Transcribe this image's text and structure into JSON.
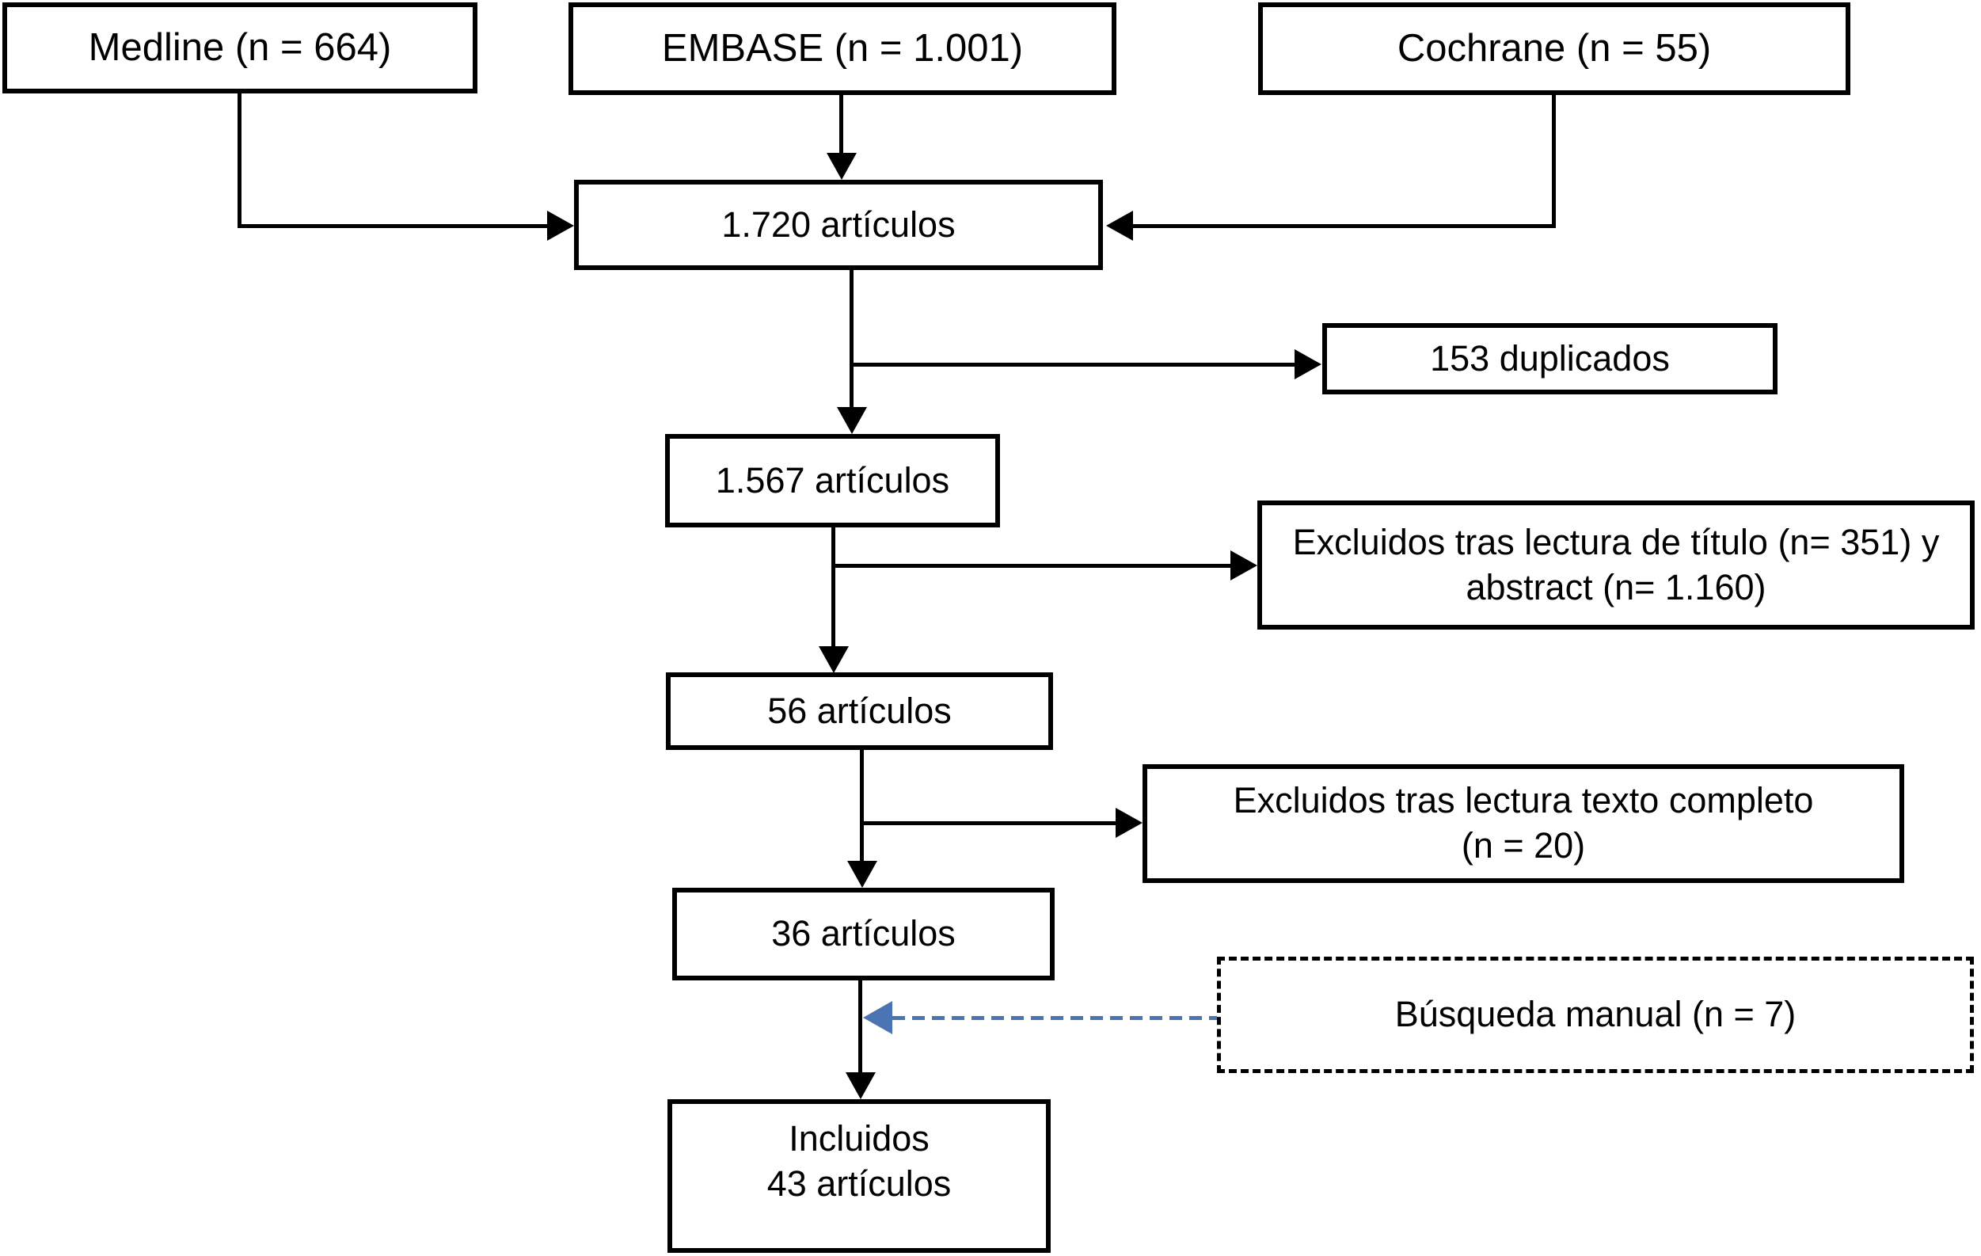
{
  "diagram": {
    "type": "flowchart",
    "description": "PRISMA-style article selection flow diagram (Spanish)"
  },
  "colors": {
    "box_border": "#000000",
    "box_background": "#ffffff",
    "text": "#000000",
    "connector": "#000000",
    "manual_search_arrow_blue": "#4a74b4"
  },
  "nodes": {
    "medline": {
      "label": "Medline (n = 664)"
    },
    "embase": {
      "label": "EMBASE (n = 1.001)"
    },
    "cochrane": {
      "label": "Cochrane (n = 55)"
    },
    "combined": {
      "label": "1.720 artículos"
    },
    "duplicates": {
      "label": "153 duplicados"
    },
    "after_dedup": {
      "label": "1.567 artículos"
    },
    "excluded_title_abstract": {
      "line1": "Excluidos tras lectura de título (n= 351) y",
      "line2": "abstract (n= 1.160)"
    },
    "after_title_abstract": {
      "label": "56 artículos"
    },
    "excluded_fulltext": {
      "line1": "Excluidos tras lectura texto completo",
      "line2": "(n = 20)"
    },
    "after_fulltext": {
      "label": "36 artículos"
    },
    "manual_search": {
      "label": "Búsqueda manual (n = 7)"
    },
    "included": {
      "line1": "Incluidos",
      "line2": "43 artículos"
    }
  }
}
